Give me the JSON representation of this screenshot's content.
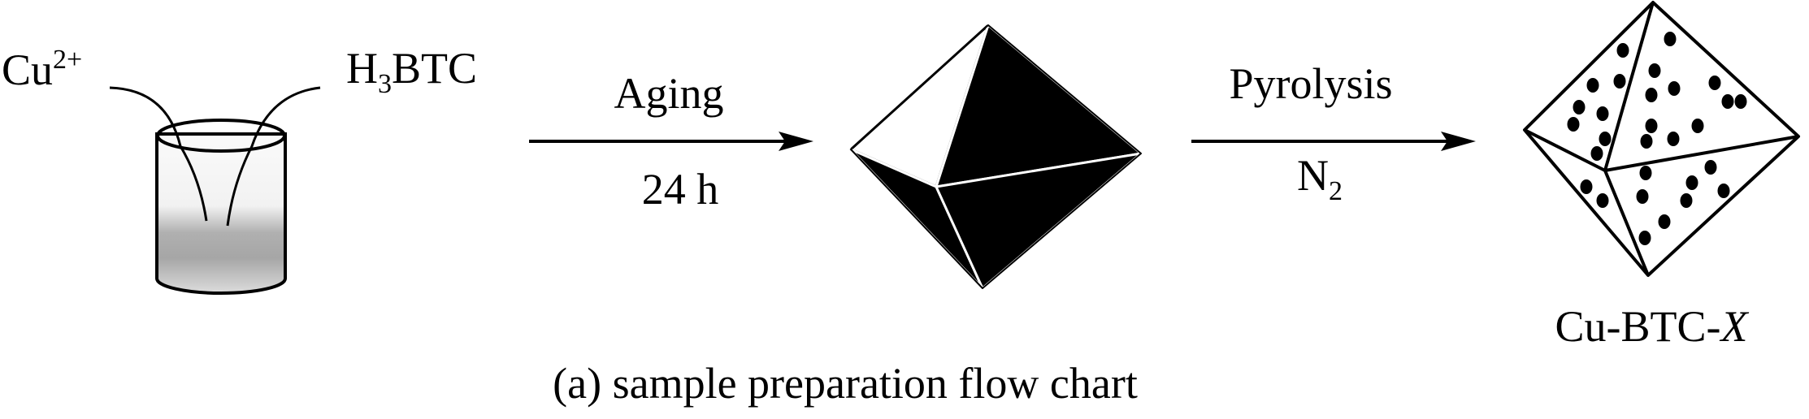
{
  "reactants": {
    "metal": {
      "base": "Cu",
      "superscript": "2+"
    },
    "linker": {
      "prefix": "H",
      "subscript": "3",
      "suffix": "BTC"
    }
  },
  "step1": {
    "above": "Aging",
    "below": "24 h"
  },
  "step2": {
    "above": "Pyrolysis",
    "below_base": "N",
    "below_subscript": "2"
  },
  "product": {
    "prefix": "Cu-BTC-",
    "italic": "X"
  },
  "caption": "(a) sample preparation flow chart",
  "colors": {
    "ink": "#000000",
    "background": "#ffffff",
    "solution_gray": "#a8a8a8"
  }
}
